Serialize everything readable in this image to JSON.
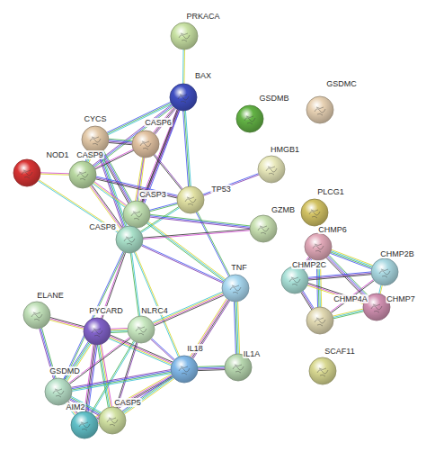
{
  "diagram": {
    "nodes": [
      {
        "text": [
          "PRKACA"
        ]
      },
      {
        "text": [
          "BAX"
        ]
      },
      {
        "text": [
          "CYCS"
        ]
      },
      {
        "text": [
          "CASP6"
        ]
      },
      {
        "text": [
          "GSDMB"
        ]
      },
      {
        "text": [
          "GSDMC"
        ]
      },
      {
        "text": [
          "NOD1"
        ]
      },
      {
        "text": [
          "CASP9"
        ]
      },
      {
        "text": [
          "HMGB1"
        ]
      },
      {
        "text": [
          "TP53"
        ]
      },
      {
        "text": [
          "CASP3"
        ]
      },
      {
        "text": [
          "PLCG1"
        ]
      },
      {
        "text": [
          "CASP8"
        ]
      },
      {
        "text": [
          "GZMB"
        ]
      },
      {
        "text": [
          "CHMP6"
        ]
      },
      {
        "text": [
          "CHMP2B"
        ]
      },
      {
        "text": [
          "CHMP2C"
        ]
      },
      {
        "text": [
          "TNF"
        ]
      },
      {
        "text": [
          "CHMP7"
        ]
      },
      {
        "text": [
          "ELANE"
        ]
      },
      {
        "text": [
          "PYCARD"
        ]
      },
      {
        "text": [
          "NLRC4"
        ]
      },
      {
        "text": [
          "CHMP4A"
        ]
      },
      {
        "text": [
          "IL18"
        ]
      },
      {
        "text": [
          "IL1A"
        ]
      },
      {
        "text": [
          "SCAF11"
        ]
      },
      {
        "text": [
          "GSDMD"
        ]
      },
      {
        "text": [
          "AIM2"
        ]
      },
      {
        "text": [
          "CASP5"
        ]
      }
    ],
    "edges": [
      {
        "from": 0,
        "to": 1,
        "arrow": "none"
      },
      {
        "from": 1,
        "to": 2,
        "arrow": "none"
      },
      {
        "from": 1,
        "to": 3,
        "arrow": "none"
      },
      {
        "from": 1,
        "to": 7,
        "arrow": "none"
      },
      {
        "from": 1,
        "to": 10,
        "arrow": "none"
      },
      {
        "from": 1,
        "to": 12,
        "arrow": "none"
      },
      {
        "from": 1,
        "to": 9,
        "arrow": "none"
      },
      {
        "from": 2,
        "to": 7,
        "arrow": "none"
      },
      {
        "from": 2,
        "to": 10,
        "arrow": "none"
      },
      {
        "from": 2,
        "to": 3,
        "arrow": "none"
      },
      {
        "from": 2,
        "to": 12,
        "arrow": "none"
      },
      {
        "from": 3,
        "to": 7,
        "arrow": "none"
      },
      {
        "from": 3,
        "to": 10,
        "arrow": "none"
      },
      {
        "from": 3,
        "to": 12,
        "arrow": "none"
      },
      {
        "from": 3,
        "to": 9,
        "arrow": "none"
      },
      {
        "from": 6,
        "to": 7,
        "arrow": "none"
      },
      {
        "from": 6,
        "to": 12,
        "arrow": "none"
      },
      {
        "from": 7,
        "to": 10,
        "arrow": "none"
      },
      {
        "from": 7,
        "to": 12,
        "arrow": "none"
      },
      {
        "from": 7,
        "to": 9,
        "arrow": "none"
      },
      {
        "from": 9,
        "to": 10,
        "arrow": "none"
      },
      {
        "from": 9,
        "to": 12,
        "arrow": "none"
      },
      {
        "from": 9,
        "to": 8,
        "arrow": "none"
      },
      {
        "from": 9,
        "to": 17,
        "arrow": "none"
      },
      {
        "from": 10,
        "to": 12,
        "arrow": "none"
      },
      {
        "from": 10,
        "to": 13,
        "arrow": "none"
      },
      {
        "from": 10,
        "to": 17,
        "arrow": "none"
      },
      {
        "from": 12,
        "to": 13,
        "arrow": "none"
      },
      {
        "from": 12,
        "to": 17,
        "arrow": "none"
      },
      {
        "from": 12,
        "to": 20,
        "arrow": "none"
      },
      {
        "from": 12,
        "to": 21,
        "arrow": "none"
      },
      {
        "from": 12,
        "to": 23,
        "arrow": "none"
      },
      {
        "from": 12,
        "to": 26,
        "arrow": "none"
      },
      {
        "from": 17,
        "to": 23,
        "arrow": "none"
      },
      {
        "from": 17,
        "to": 24,
        "arrow": "none"
      },
      {
        "from": 17,
        "to": 21,
        "arrow": "none"
      },
      {
        "from": 19,
        "to": 20,
        "arrow": "none"
      },
      {
        "from": 19,
        "to": 26,
        "arrow": "none"
      },
      {
        "from": 20,
        "to": 21,
        "arrow": "none"
      },
      {
        "from": 20,
        "to": 26,
        "arrow": "none"
      },
      {
        "from": 20,
        "to": 27,
        "arrow": "none"
      },
      {
        "from": 20,
        "to": 28,
        "arrow": "none"
      },
      {
        "from": 20,
        "to": 23,
        "arrow": "none"
      },
      {
        "from": 21,
        "to": 23,
        "arrow": "none"
      },
      {
        "from": 21,
        "to": 26,
        "arrow": "none"
      },
      {
        "from": 21,
        "to": 27,
        "arrow": "none"
      },
      {
        "from": 21,
        "to": 28,
        "arrow": "none"
      },
      {
        "from": 23,
        "to": 26,
        "arrow": "none"
      },
      {
        "from": 23,
        "to": 27,
        "arrow": "none"
      },
      {
        "from": 23,
        "to": 28,
        "arrow": "none"
      },
      {
        "from": 23,
        "to": 24,
        "arrow": "none"
      },
      {
        "from": 26,
        "to": 27,
        "arrow": "none"
      },
      {
        "from": 26,
        "to": 28,
        "arrow": "none"
      },
      {
        "from": 27,
        "to": 28,
        "arrow": "none"
      },
      {
        "from": 14,
        "to": 16,
        "arrow": "none"
      },
      {
        "from": 14,
        "to": 15,
        "arrow": "none"
      },
      {
        "from": 14,
        "to": 22,
        "arrow": "none"
      },
      {
        "from": 14,
        "to": 18,
        "arrow": "none"
      },
      {
        "from": 16,
        "to": 15,
        "arrow": "none"
      },
      {
        "from": 16,
        "to": 22,
        "arrow": "none"
      },
      {
        "from": 16,
        "to": 18,
        "arrow": "none"
      },
      {
        "from": 15,
        "to": 22,
        "arrow": "none"
      },
      {
        "from": 15,
        "to": 18,
        "arrow": "none"
      },
      {
        "from": 22,
        "to": 18,
        "arrow": "none"
      }
    ]
  }
}
